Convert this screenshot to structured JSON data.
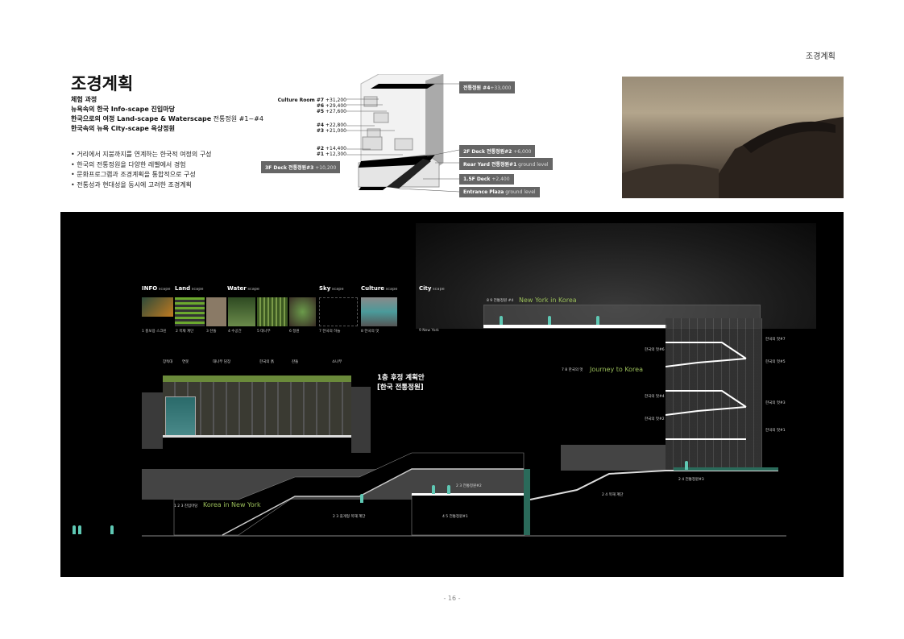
{
  "header": {
    "section": "조경계획"
  },
  "title": "조경계획",
  "subtitle": {
    "line1": "체험 과정",
    "line2": "뉴욕속의 한국 Info-scape 진입마당",
    "line3a": "한국으로의 여정 Land-scape & Waterscape",
    "line3b": " 전통정원 #1~#4",
    "line4": "한국속의 뉴욕 City-scape 옥상정원"
  },
  "bullets": [
    "• 거리에서 지붕까지를 연계하는 한국적 여정의 구성",
    "• 한국의 전통정원을 다양한 레벨에서 경험",
    "• 문화프로그램과 조경계획을 통합적으로 구성",
    "• 전통성과 현대성을 동시에 고려한 조경계획"
  ],
  "diagram": {
    "levels": [
      {
        "b": "Culture Room #7",
        "v": " +31,200"
      },
      {
        "b": "#6",
        "v": " +29,400"
      },
      {
        "b": "#5",
        "v": " +27,600"
      },
      {
        "b": "#4",
        "v": " +22,800"
      },
      {
        "b": "#3",
        "v": " +21,000"
      },
      {
        "b": "#2",
        "v": " +14,400"
      },
      {
        "b": "#1",
        "v": " +12,300"
      }
    ],
    "tags": [
      {
        "b": "전통정원 #4",
        "v": "+33,000"
      },
      {
        "b": "2F Deck 전통정원#2",
        "v": " +6,000"
      },
      {
        "b": "Rear Yard 전통정원#1",
        "v": " ground level"
      },
      {
        "b": "1.5F Deck",
        "v": " +2,400"
      },
      {
        "b": "Entrance Plaza",
        "v": " ground level"
      },
      {
        "b": "3F Deck 전통정원#3",
        "v": " +10,200"
      }
    ]
  },
  "scapes": [
    {
      "b": "INFO",
      "s": " scape"
    },
    {
      "b": "Land",
      "s": " scape"
    },
    {
      "b": "Water",
      "s": " scape"
    },
    {
      "b": "Sky",
      "s": " scape"
    },
    {
      "b": "Culture",
      "s": " scape"
    },
    {
      "b": "City",
      "s": " scape"
    }
  ],
  "thumb_captions": [
    "1 홍보용 스크린",
    "2 목재 계단",
    "3 잔돌",
    "4 수공간",
    "5 대나무",
    "6 정원",
    "7 한국의 하늘",
    "8 한국의 멋",
    "9 New York"
  ],
  "garden": {
    "labels": [
      "장독대",
      "연못",
      "대나무 담장",
      "한국의 흙",
      "잔돌",
      "소나무"
    ],
    "title1": "1층 후정 계획안",
    "title2": "[한국 전통정원]"
  },
  "section": {
    "ny_korea_tag": "8 9 전통정원 #4",
    "ny_korea": "New York in Korea",
    "journey_tag": "7 8 한국의 멋",
    "journey": "Journey to Korea",
    "korea_ny_tag": "1 2 3 진입마당",
    "korea_ny": "Korea in New York",
    "rooms": [
      "한국의 멋#7",
      "한국의 멋#6",
      "한국의 멋#5",
      "한국의 멋#4",
      "한국의 멋#3",
      "한국의 멋#2",
      "한국의 멋#1"
    ],
    "small": [
      "2 3 전통정원#2",
      "2 3 휴게형 목재 계단",
      "4 5 전통정원#1",
      "2 4 전통정원#3",
      "2 4 목재 계단"
    ]
  },
  "colors": {
    "figure": "#5fc8b4",
    "accent_text": "#9bbf5a",
    "panel": "#000000"
  },
  "footer": "- 16 -"
}
